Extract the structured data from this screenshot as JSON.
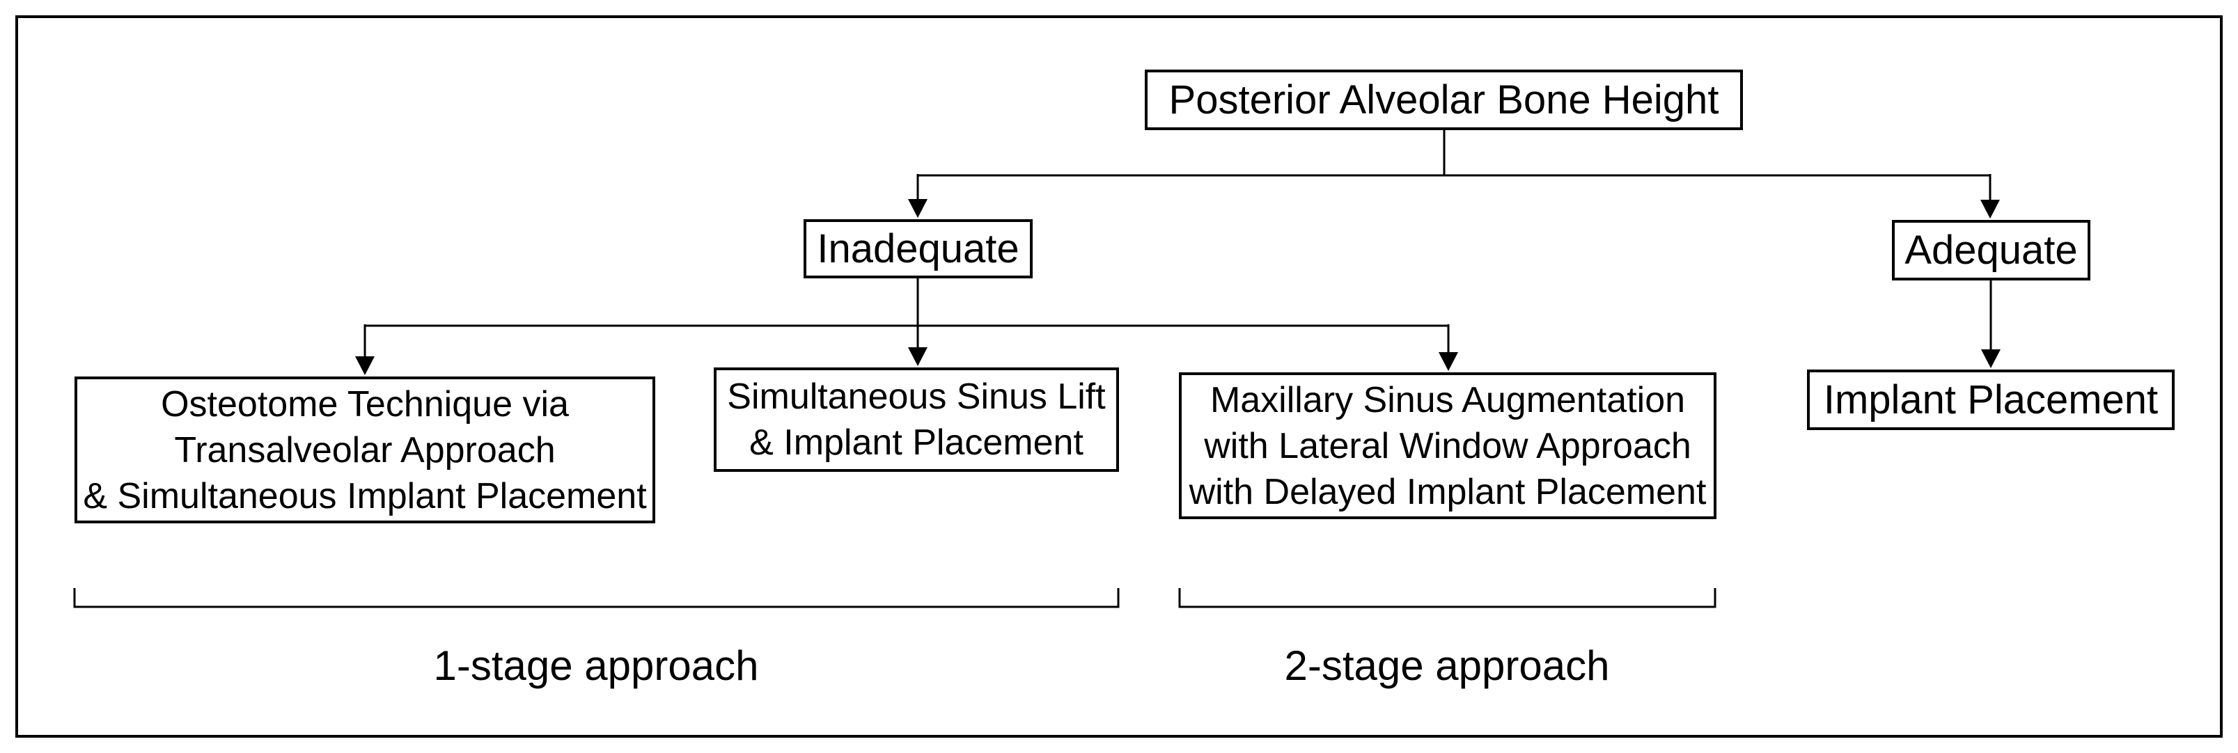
{
  "figure": {
    "type": "flowchart",
    "colors": {
      "background": "#ffffff",
      "line": "#000000",
      "text": "#000000"
    }
  },
  "nodes": {
    "root": {
      "label": "Posterior Alveolar Bone Height"
    },
    "inadequate": {
      "label": "Inadequate"
    },
    "adequate": {
      "label": "Adequate"
    },
    "osteotome": {
      "label": "Osteotome Technique via\nTransalveolar Approach\n& Simultaneous Implant Placement"
    },
    "simultaneous": {
      "label": "Simultaneous Sinus Lift\n& Implant Placement"
    },
    "maxillary": {
      "label": "Maxillary Sinus Augmentation\nwith Lateral Window Approach\nwith Delayed Implant Placement"
    },
    "implant": {
      "label": "Implant Placement"
    }
  },
  "edges": [
    {
      "from": "Posterior Alveolar Bone Height",
      "to": "Inadequate"
    },
    {
      "from": "Posterior Alveolar Bone Height",
      "to": "Adequate"
    },
    {
      "from": "Inadequate",
      "to": "Osteotome Technique via Transalveolar Approach & Simultaneous Implant Placement"
    },
    {
      "from": "Inadequate",
      "to": "Simultaneous Sinus Lift & Implant Placement"
    },
    {
      "from": "Inadequate",
      "to": "Maxillary Sinus Augmentation with Lateral Window Approach with Delayed Implant Placement"
    },
    {
      "from": "Adequate",
      "to": "Implant Placement"
    }
  ],
  "annotations": {
    "one_stage": "1-stage approach",
    "two_stage": "2-stage approach"
  }
}
